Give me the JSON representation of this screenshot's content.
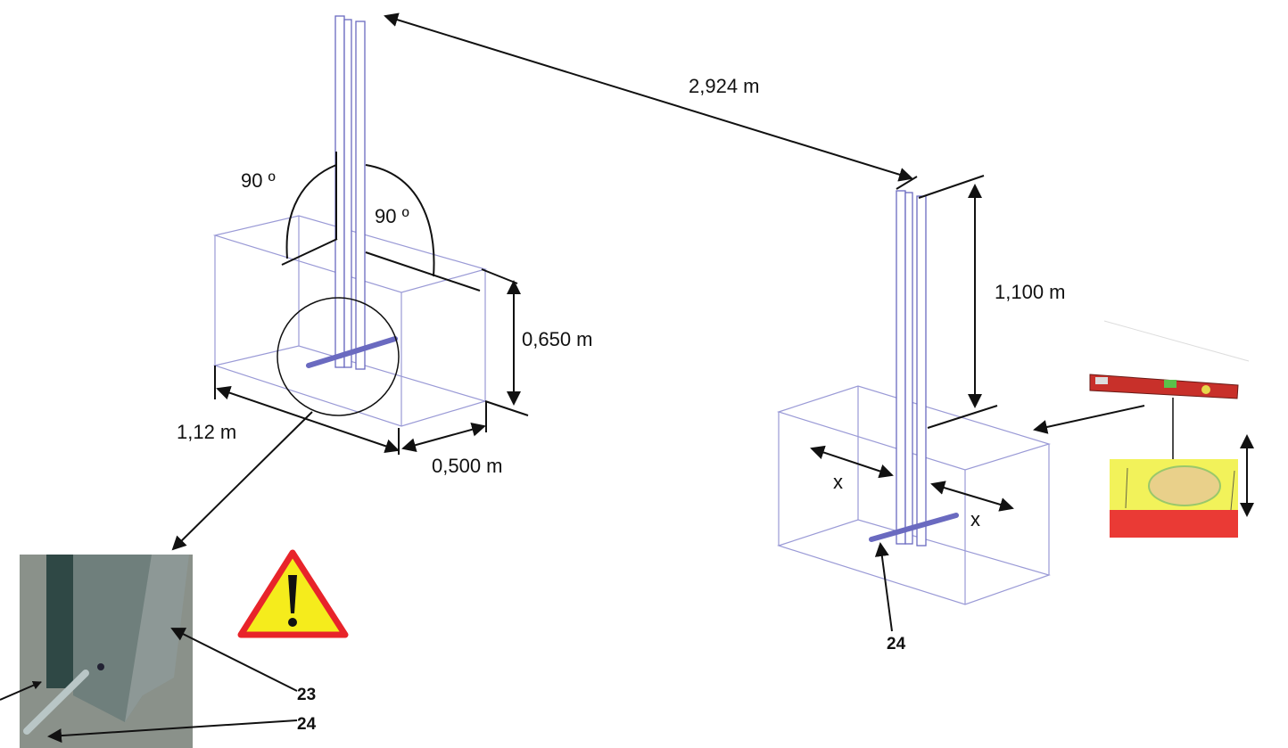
{
  "dimensions": {
    "post_spacing": "2,924 m",
    "post_height": "1,100 m",
    "box_depth": "0,650 m",
    "box_length": "1,12 m",
    "box_width": "0,500 m",
    "angle_left": "90 º",
    "angle_right": "90 º",
    "offset_left": "x",
    "offset_right": "x"
  },
  "callouts": {
    "rod_label": "24",
    "photo_post_label": "23",
    "photo_rod_label": "24"
  },
  "icons": [
    "warning-icon",
    "spirit-level-image",
    "bubble-vial-image",
    "post-base-photo"
  ],
  "colors": {
    "frame": "#9a9ad6",
    "post": "#6a6ac0",
    "warning_fill": "#f5ec1c",
    "warning_border": "#e8242a",
    "level": "#c8302a"
  }
}
